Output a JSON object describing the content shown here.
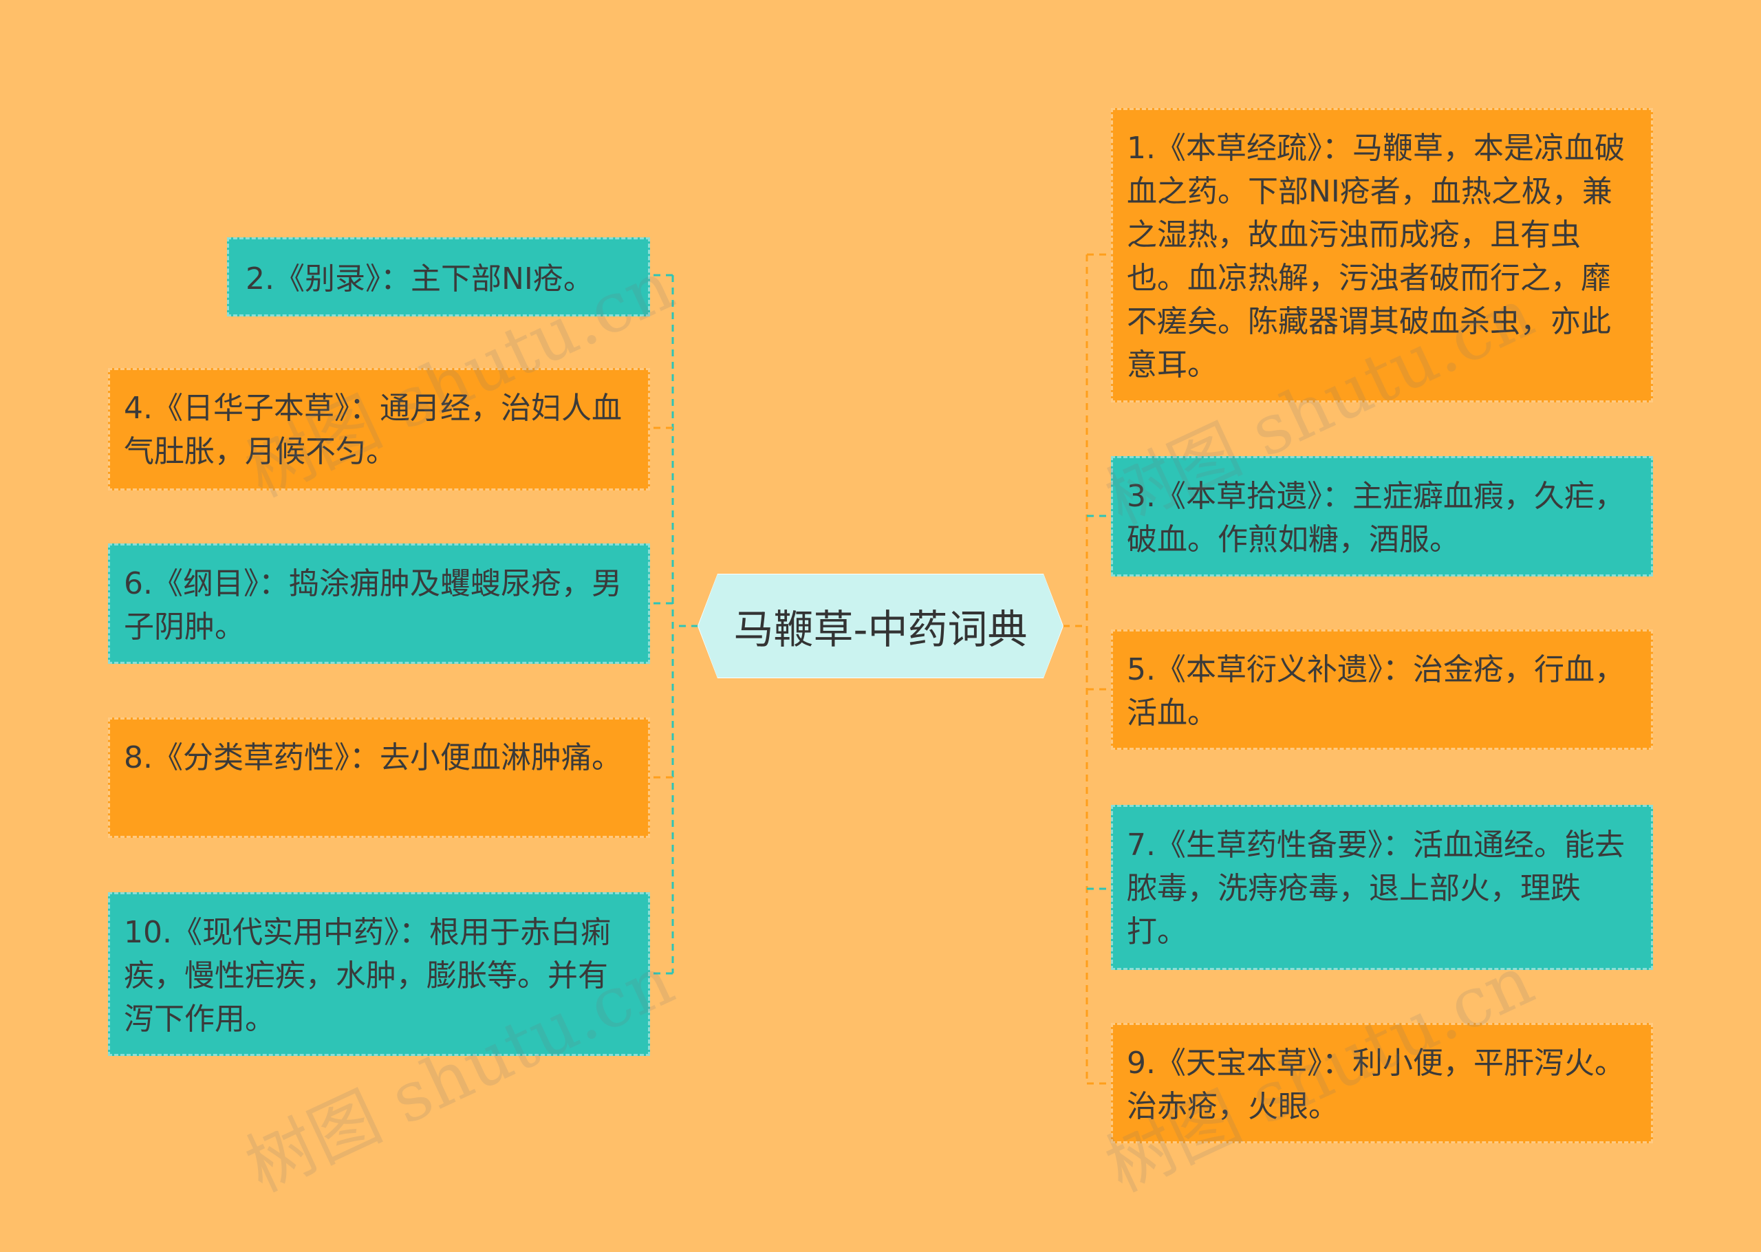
{
  "center": {
    "title": "马鞭草-中药词典"
  },
  "left_nodes": [
    {
      "text": "2.《别录》：主下部NI疮。",
      "color": "#2EC4B6"
    },
    {
      "text": "4.《日华子本草》：通月经，治妇人血气肚胀，月候不匀。",
      "color": "#FF9F1C"
    },
    {
      "text": "6.《纲目》：捣涂痈肿及蠼螋尿疮，男子阴肿。",
      "color": "#2EC4B6"
    },
    {
      "text": "8.《分类草药性》：去小便血淋肿痛。",
      "color": "#FF9F1C"
    },
    {
      "text": "10.《现代实用中药》：根用于赤白痢疾，慢性疟疾，水肿，膨胀等。并有泻下作用。",
      "color": "#2EC4B6"
    }
  ],
  "right_nodes": [
    {
      "text": "1.《本草经疏》：马鞭草，本是凉血破血之药。下部NI疮者，血热之极，兼之湿热，故血污浊而成疮，且有虫也。血凉热解，污浊者破而行之，靡不瘥矣。陈藏器谓其破血杀虫，亦此意耳。",
      "color": "#FF9F1C"
    },
    {
      "text": "3.《本草拾遗》：主症癖血瘕，久疟，破血。作煎如糖，酒服。",
      "color": "#2EC4B6"
    },
    {
      "text": "5.《本草衍义补遗》：治金疮，行血，活血。",
      "color": "#FF9F1C"
    },
    {
      "text": "7.《生草药性备要》：活血通经。能去脓毒，洗痔疮毒，退上部火，理跌打。",
      "color": "#2EC4B6"
    },
    {
      "text": "9.《天宝本草》：利小便，平肝泻火。治赤疮，火眼。",
      "color": "#FF9F1C"
    }
  ],
  "watermarks": [
    "树图 shutu.cn",
    "树图 shutu.cn",
    "树图 shutu.cn",
    "树图 shutu.cn"
  ],
  "colors": {
    "background": "#FFBF69",
    "teal": "#2EC4B6",
    "orange": "#FF9F1C",
    "center": "#CBF3F0"
  }
}
